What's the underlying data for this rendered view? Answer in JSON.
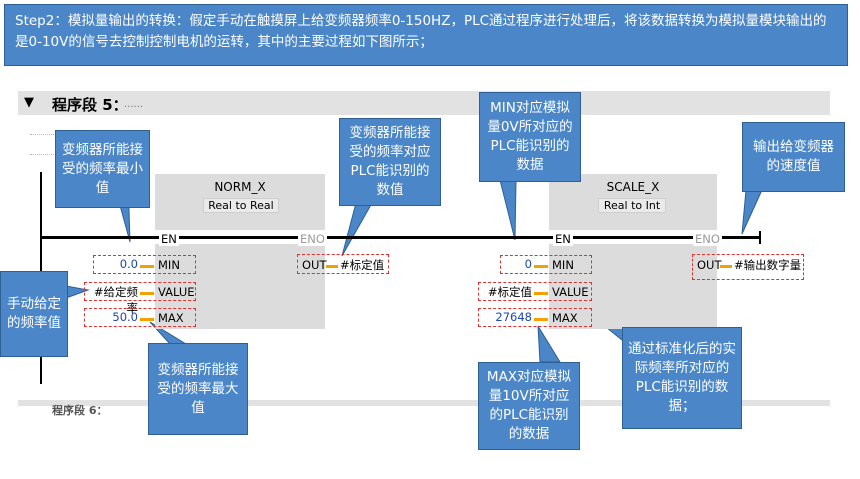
{
  "banner": {
    "text": "Step2：模拟量输出的转换：假定手动在触摸屏上给变频器频率0-150HZ，PLC通过程序进行处理后，将该数据转换为模拟量模块输出的是0-10V的信号去控制控制电机的运转，其中的主要过程如下图所示；"
  },
  "network": {
    "title": "程序段 5：",
    "comment": "......",
    "next_title": "程序段 6："
  },
  "norm_block": {
    "name": "NORM_X",
    "type_from": "Real",
    "type_to": "Real",
    "to_word": "to",
    "en": "EN",
    "eno": "ENO",
    "pins": {
      "min": "MIN",
      "value": "VALUE",
      "max": "MAX",
      "out": "OUT"
    },
    "operands": {
      "min": "0.0",
      "value": "#给定频率",
      "max": "50.0",
      "out": "#标定值"
    }
  },
  "scale_block": {
    "name": "SCALE_X",
    "type_from": "Real",
    "type_to": "Int",
    "to_word": "to",
    "en": "EN",
    "eno": "ENO",
    "pins": {
      "min": "MIN",
      "value": "VALUE",
      "max": "MAX",
      "out": "OUT"
    },
    "operands": {
      "min": "0",
      "value": "#标定值",
      "max": "27648",
      "out": "#输出数字量"
    }
  },
  "callouts": {
    "inv_min": "变频器所能接受的频率最小值",
    "manual_freq": "手动给定的频率值",
    "inv_max": "变频器所能接受的频率最大值",
    "inv_plc_value": "变频器所能接受的频率对应PLC能识别的数值",
    "min_0v": "MIN对应模拟量0V所对应的PLC能识别的数据",
    "max_10v": "MAX对应模拟量10V所对应的PLC能识别的数据",
    "normalized": "通过标准化后的实际频率所对应的PLC能识别的数据；",
    "speed_out": "输出给变频器的速度值"
  },
  "colors": {
    "callout_bg": "#4a86c8",
    "operand_blue": "#1f46b4",
    "pin_orange": "#f4a000",
    "dashed_red": "#e03030",
    "block_gray": "#dcdcdc"
  }
}
